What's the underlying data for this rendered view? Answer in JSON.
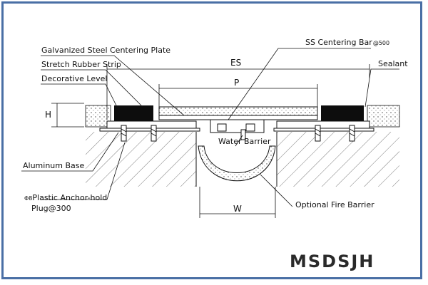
{
  "labels": {
    "galvanized_plate": "Galvanized Steel Centering Plate",
    "stretch_strip": "Stretch Rubber Strip",
    "decorative_level": "Decorative Level",
    "ss_bar_text": "SS Centering Bar",
    "ss_bar_spacing": "@500",
    "sealant": "Sealant",
    "water_barrier": "Water Barrier",
    "aluminum_base": "Aluminum Base",
    "anchor_prefix": "Φ8",
    "anchor_line1": "Plastic Anchor-hold",
    "anchor_line2": "Plug@300",
    "fire_barrier": "Optional Fire Barrier"
  },
  "dimensions": {
    "es": "ES",
    "p": "P",
    "h": "H",
    "w": "W"
  },
  "brand": "MSDSJH",
  "colors": {
    "frame": "#4a6fa5",
    "line": "#111111",
    "rubber": "#0d0d0d"
  }
}
